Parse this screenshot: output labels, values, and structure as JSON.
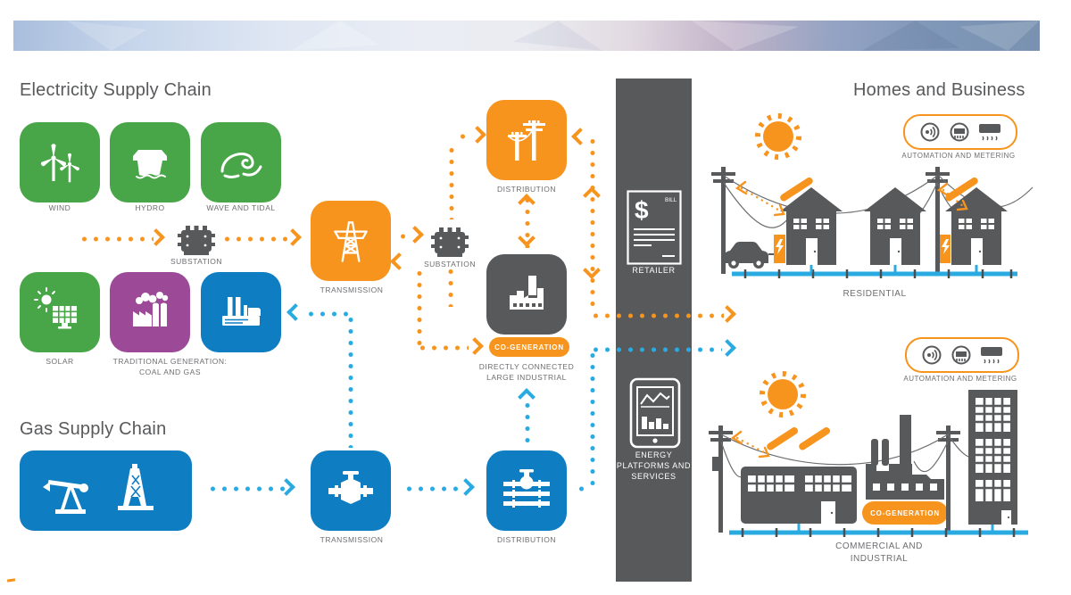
{
  "titles": {
    "electricity": "Electricity Supply Chain",
    "gas": "Gas Supply Chain",
    "homes": "Homes and Business"
  },
  "electricity": {
    "wind": "WIND",
    "hydro": "HYDRO",
    "wave": "WAVE AND TIDAL",
    "solar": "SOLAR",
    "traditional_line1": "TRADITIONAL GENERATION:",
    "traditional_line2": "COAL AND GAS",
    "substation1": "SUBSTATION",
    "transmission": "TRANSMISSION",
    "substation2": "SUBSTATION",
    "distribution": "DISTRIBUTION",
    "cogeneration": "CO-GENERATION",
    "industrial_line1": "DIRECTLY CONNECTED",
    "industrial_line2": "LARGE INDUSTRIAL"
  },
  "gas": {
    "transmission": "TRANSMISSION",
    "distribution": "DISTRIBUTION"
  },
  "retail_bar": {
    "retailer": "RETAILER",
    "bill_symbol": "$",
    "bill_tag": "BILL",
    "platforms_line1": "ENERGY",
    "platforms_line2": "PLATFORMS AND",
    "platforms_line3": "SERVICES"
  },
  "homes": {
    "automation_residential": "AUTOMATION AND METERING",
    "automation_commercial": "AUTOMATION AND METERING",
    "residential": "RESIDENTIAL",
    "commercial_line1": "COMMERCIAL AND",
    "commercial_line2": "INDUSTRIAL",
    "cogeneration": "CO-GENERATION"
  },
  "colors": {
    "renewable_green": "#48a648",
    "electricity_orange": "#f7941e",
    "gas_blue": "#0f7dc2",
    "flow_blue": "#29abe2",
    "coal_purple": "#9c4a97",
    "neutral_dark_gray": "#58595b",
    "label_gray": "#6d6e71"
  },
  "icons": {
    "wind": "wind-turbines",
    "hydro": "hydro-dam",
    "wave": "ocean-wave",
    "solar": "sun-and-solar-panel",
    "coal": "coal-plant-smoke",
    "gas_plant": "gas-power-station",
    "substation": "transformer-box",
    "transmission_electricity": "lattice-tower",
    "distribution_electricity": "utility-poles",
    "large_industrial": "factory-chimney",
    "gas_source": "pumpjack-and-derrick",
    "gas_transmission": "pipeline-valve",
    "gas_distribution": "pipeline-network",
    "retailer": "dollar-bill",
    "platforms": "tablet-with-charts",
    "automation": "speaker-meter-aircon",
    "sun": "sun"
  }
}
